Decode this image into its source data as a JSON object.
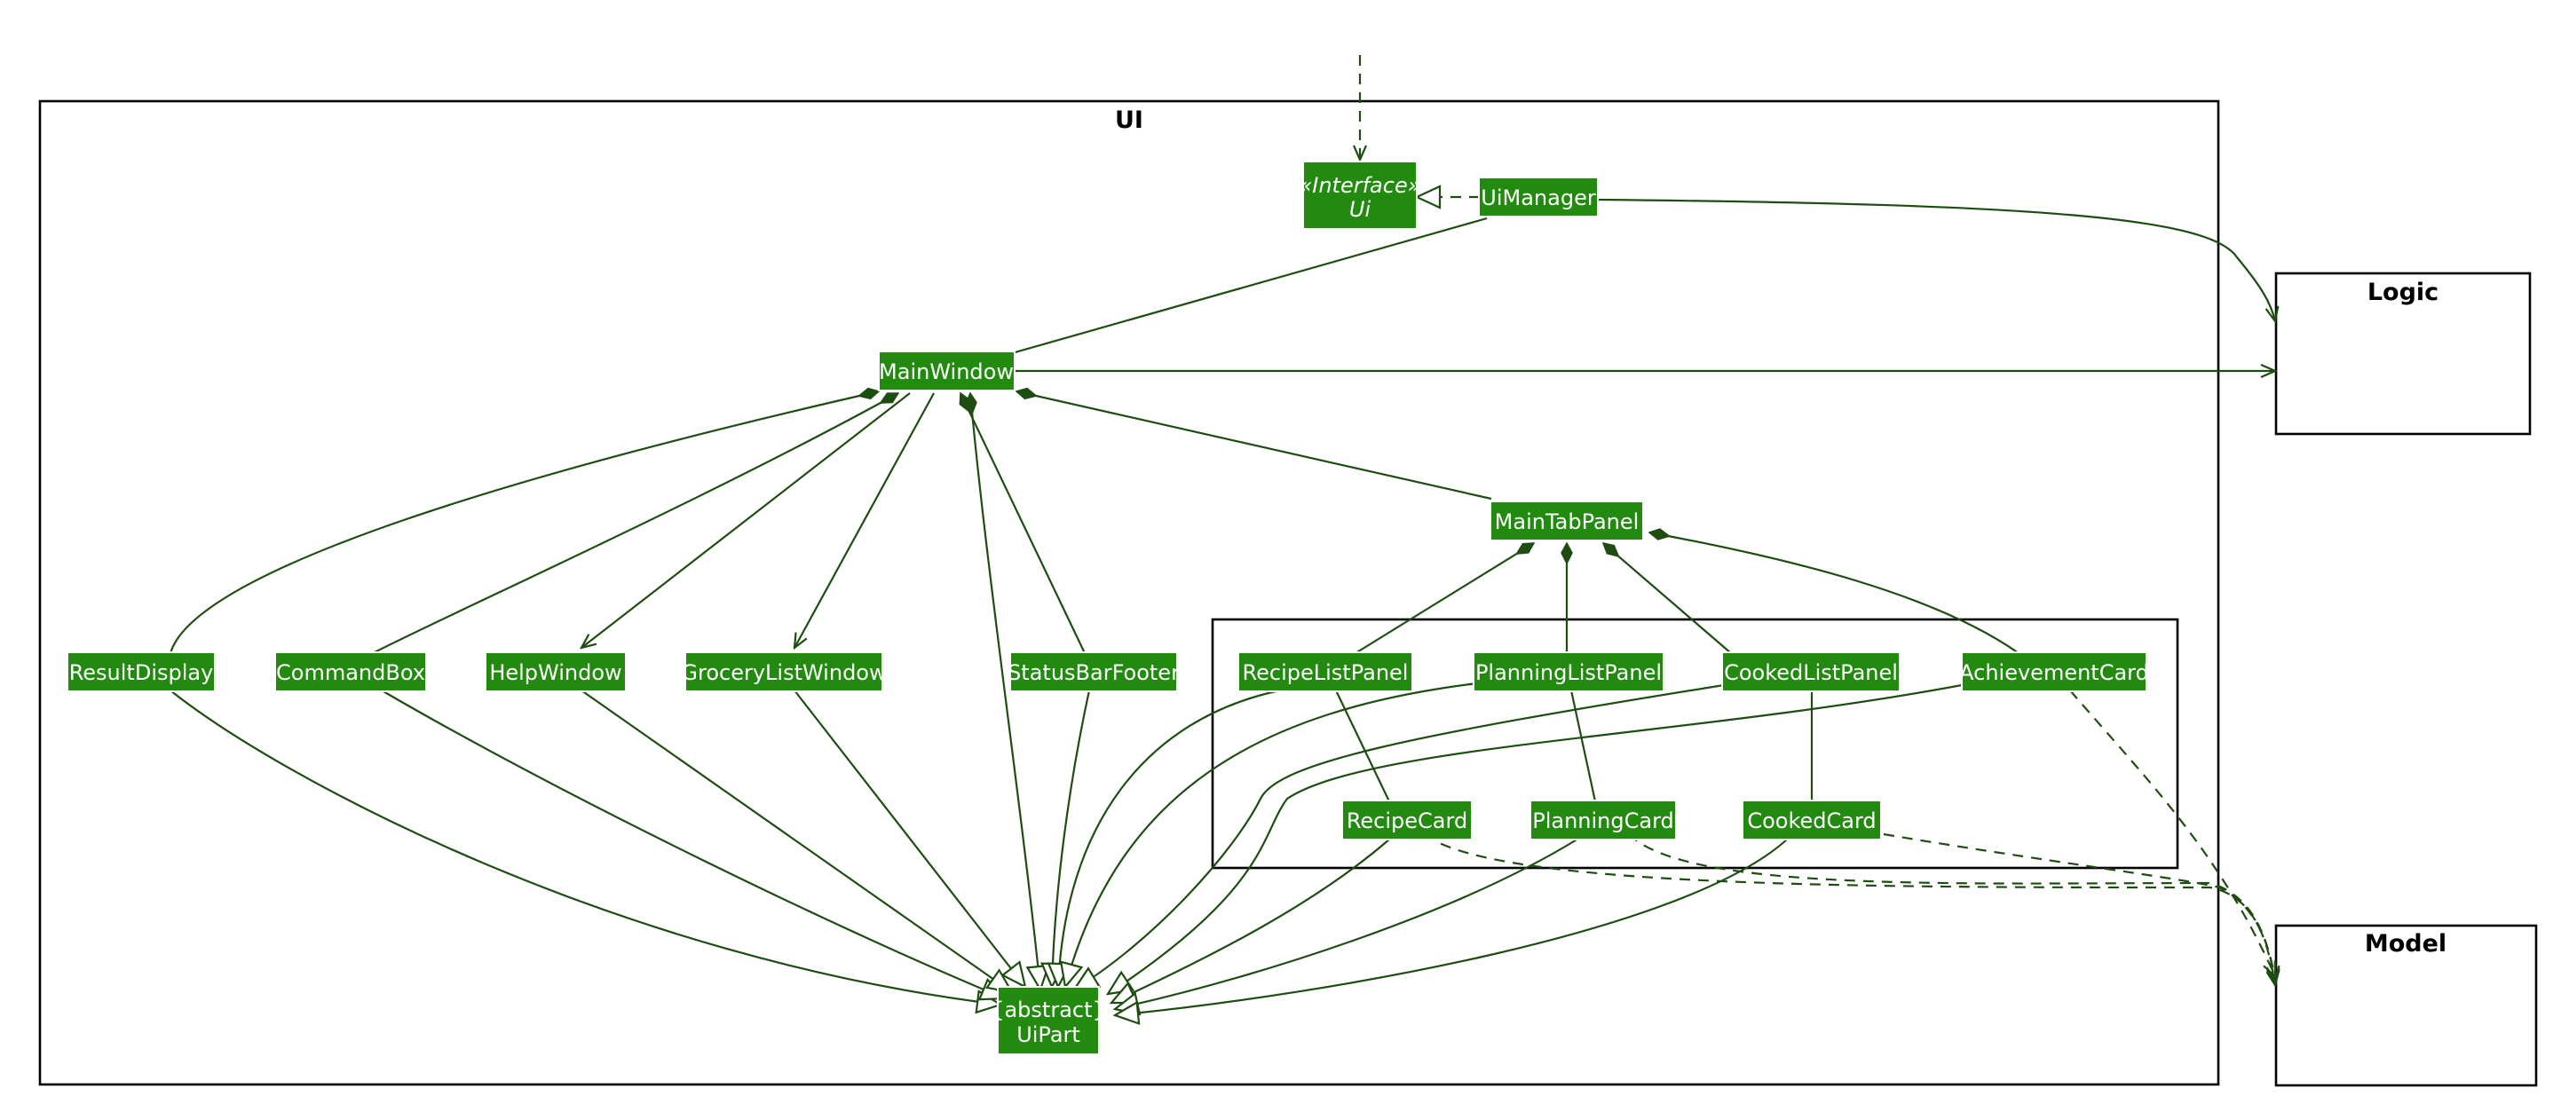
{
  "packages": {
    "ui": {
      "title": "UI"
    },
    "logic": {
      "title": "Logic"
    },
    "model": {
      "title": "Model"
    }
  },
  "classes": {
    "ui_interface": {
      "stereotype": "«Interface»",
      "name": "Ui"
    },
    "ui_manager": {
      "name": "UiManager"
    },
    "main_window": {
      "name": "MainWindow"
    },
    "main_tab_panel": {
      "name": "MainTabPanel"
    },
    "result_display": {
      "name": "ResultDisplay"
    },
    "command_box": {
      "name": "CommandBox"
    },
    "help_window": {
      "name": "HelpWindow"
    },
    "grocery_list_window": {
      "name": "GroceryListWindow"
    },
    "status_bar_footer": {
      "name": "StatusBarFooter"
    },
    "recipe_list_panel": {
      "name": "RecipeListPanel"
    },
    "planning_list_panel": {
      "name": "PlanningListPanel"
    },
    "cooked_list_panel": {
      "name": "CookedListPanel"
    },
    "achievement_card": {
      "name": "AchievementCard"
    },
    "recipe_card": {
      "name": "RecipeCard"
    },
    "planning_card": {
      "name": "PlanningCard"
    },
    "cooked_card": {
      "name": "CookedCard"
    },
    "ui_part": {
      "modifier": "{abstract}",
      "name": "UiPart"
    }
  },
  "relationships": [
    {
      "from": "external",
      "to": "ui_interface",
      "type": "dependency"
    },
    {
      "from": "ui_manager",
      "to": "ui_interface",
      "type": "realization"
    },
    {
      "from": "ui_manager",
      "to": "main_window",
      "type": "association"
    },
    {
      "from": "ui_manager",
      "to": "logic",
      "type": "association"
    },
    {
      "from": "main_window",
      "to": "logic",
      "type": "association"
    },
    {
      "from": "main_window",
      "to": "result_display",
      "type": "composition"
    },
    {
      "from": "main_window",
      "to": "command_box",
      "type": "composition"
    },
    {
      "from": "main_window",
      "to": "help_window",
      "type": "association"
    },
    {
      "from": "main_window",
      "to": "grocery_list_window",
      "type": "association"
    },
    {
      "from": "main_window",
      "to": "status_bar_footer",
      "type": "composition"
    },
    {
      "from": "main_window",
      "to": "main_tab_panel",
      "type": "composition"
    },
    {
      "from": "main_tab_panel",
      "to": "recipe_list_panel",
      "type": "composition"
    },
    {
      "from": "main_tab_panel",
      "to": "planning_list_panel",
      "type": "composition"
    },
    {
      "from": "main_tab_panel",
      "to": "cooked_list_panel",
      "type": "composition"
    },
    {
      "from": "main_tab_panel",
      "to": "achievement_card",
      "type": "composition"
    },
    {
      "from": "recipe_list_panel",
      "to": "recipe_card",
      "type": "association"
    },
    {
      "from": "planning_list_panel",
      "to": "planning_card",
      "type": "association"
    },
    {
      "from": "cooked_list_panel",
      "to": "cooked_card",
      "type": "association"
    },
    {
      "from": "all_parts",
      "to": "ui_part",
      "type": "generalization"
    },
    {
      "from": "cards",
      "to": "model",
      "type": "dependency"
    }
  ],
  "colors": {
    "class_fill": "#228b0f",
    "edge": "#1e4d12",
    "package_border": "#000000"
  }
}
